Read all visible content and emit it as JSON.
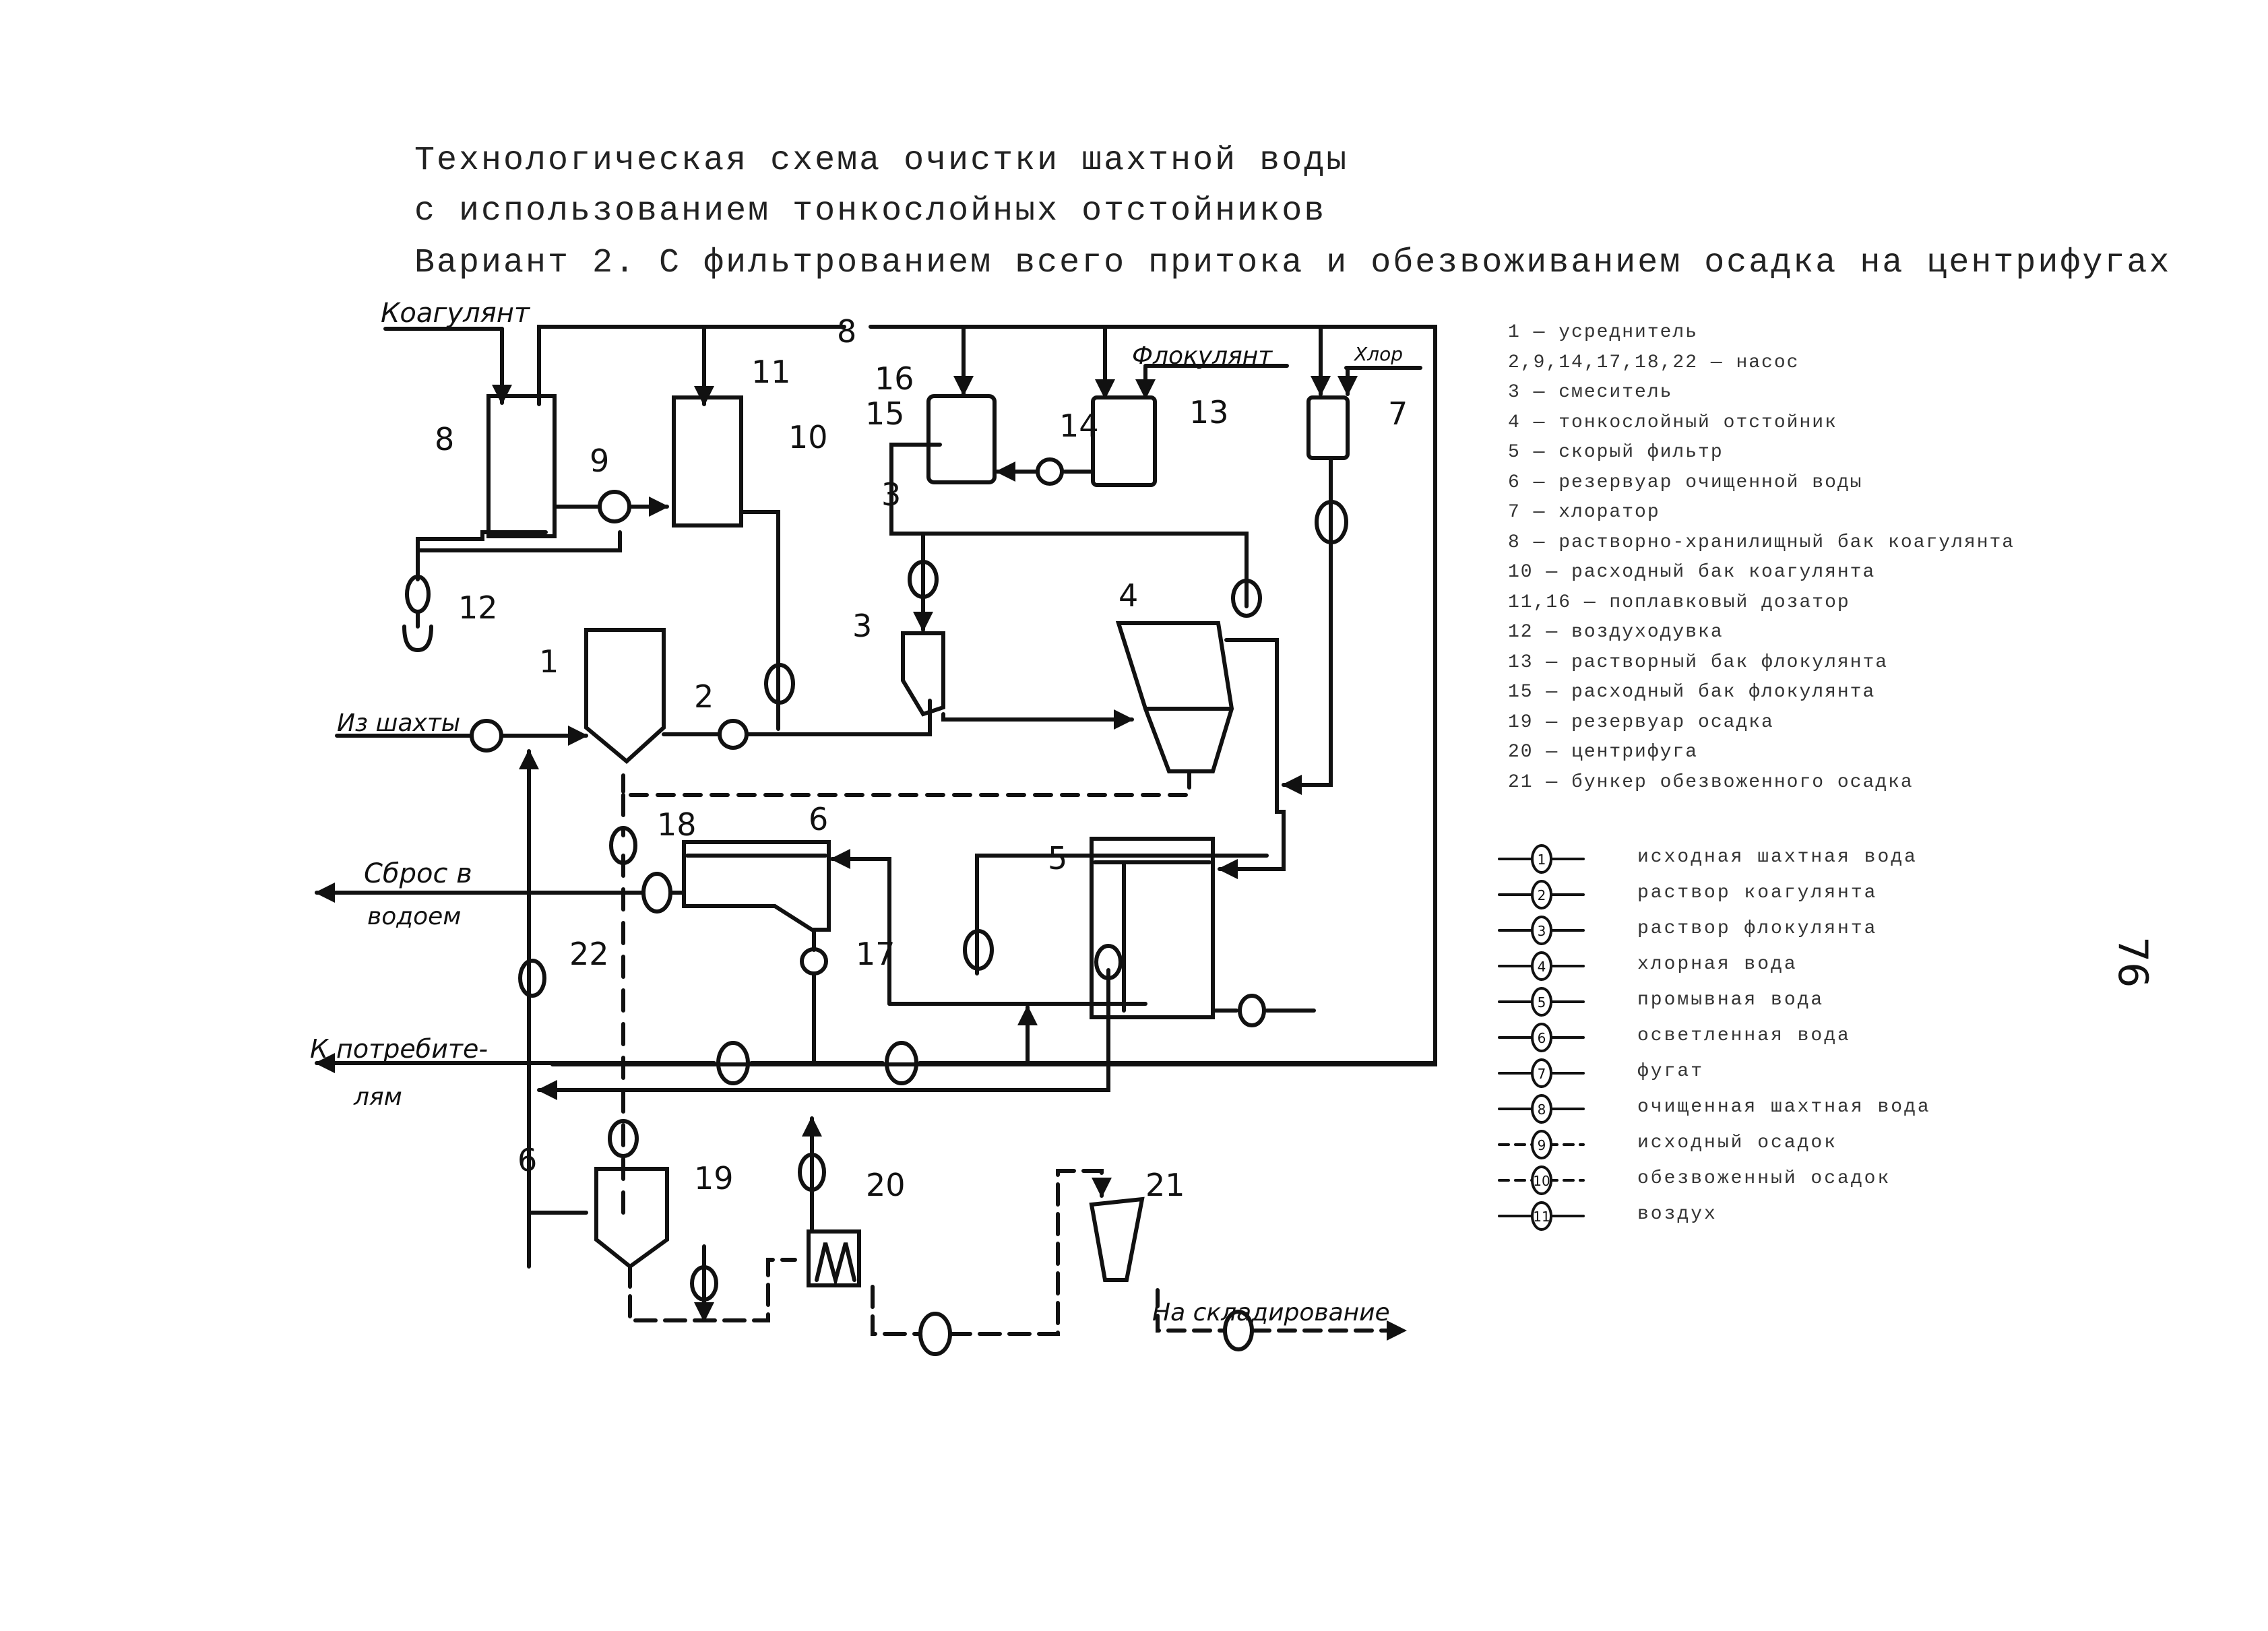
{
  "title": {
    "line1": "Технологическая схема очистки шахтной воды",
    "line2": "с использованием тонкослойных отстойников",
    "line3": "Вариант 2. С фильтрованием всего притока и обезвоживанием осадка на центрифугах"
  },
  "page_number": "76",
  "diagram_labels": {
    "coagulant": "Коагулянт",
    "flocculant": "Флокулянт",
    "chlorine": "Хлор",
    "from_mine": "Из шахты",
    "discharge_1": "Сброс в",
    "discharge_2": "водоем",
    "to_consumers_1": "К потребите-",
    "to_consumers_2": "лям",
    "to_storage": "На складирование"
  },
  "equipment_numbers": [
    "1",
    "2",
    "3",
    "4",
    "5",
    "6",
    "7",
    "8",
    "9",
    "10",
    "11",
    "12",
    "13",
    "14",
    "15",
    "16",
    "17",
    "18",
    "19",
    "20",
    "21",
    "22"
  ],
  "components": [
    {
      "id": "1",
      "name": "усреднитель"
    },
    {
      "id": "2,9,14,17,18,22",
      "name": "насос"
    },
    {
      "id": "3",
      "name": "смеситель"
    },
    {
      "id": "4",
      "name": "тонкослойный отстойник"
    },
    {
      "id": "5",
      "name": "скорый фильтр"
    },
    {
      "id": "6",
      "name": "резервуар очищенной воды"
    },
    {
      "id": "7",
      "name": "хлоратор"
    },
    {
      "id": "8",
      "name": "растворно-хранилищный бак коагулянта"
    },
    {
      "id": "10",
      "name": "расходный бак коагулянта"
    },
    {
      "id": "11,16",
      "name": "поплавковый дозатор"
    },
    {
      "id": "12",
      "name": "воздуходувка"
    },
    {
      "id": "13",
      "name": "растворный бак флокулянта"
    },
    {
      "id": "15",
      "name": "расходный бак флокулянта"
    },
    {
      "id": "19",
      "name": "резервуар осадка"
    },
    {
      "id": "20",
      "name": "центрифуга"
    },
    {
      "id": "21",
      "name": "бункер обезвоженного осадка"
    }
  ],
  "pipelines": [
    {
      "code": "1",
      "name": "исходная шахтная вода",
      "style": "solid"
    },
    {
      "code": "2",
      "name": "раствор коагулянта",
      "style": "solid"
    },
    {
      "code": "3",
      "name": "раствор флокулянта",
      "style": "solid"
    },
    {
      "code": "4",
      "name": "хлорная вода",
      "style": "solid"
    },
    {
      "code": "5",
      "name": "промывная вода",
      "style": "solid"
    },
    {
      "code": "6",
      "name": "осветленная вода",
      "style": "solid"
    },
    {
      "code": "7",
      "name": "фугат",
      "style": "solid"
    },
    {
      "code": "8",
      "name": "очищенная шахтная вода",
      "style": "solid"
    },
    {
      "code": "9",
      "name": "исходный осадок",
      "style": "dashed"
    },
    {
      "code": "10",
      "name": "обезвоженный осадок",
      "style": "dashed"
    },
    {
      "code": "11",
      "name": "воздух",
      "style": "solid"
    }
  ]
}
